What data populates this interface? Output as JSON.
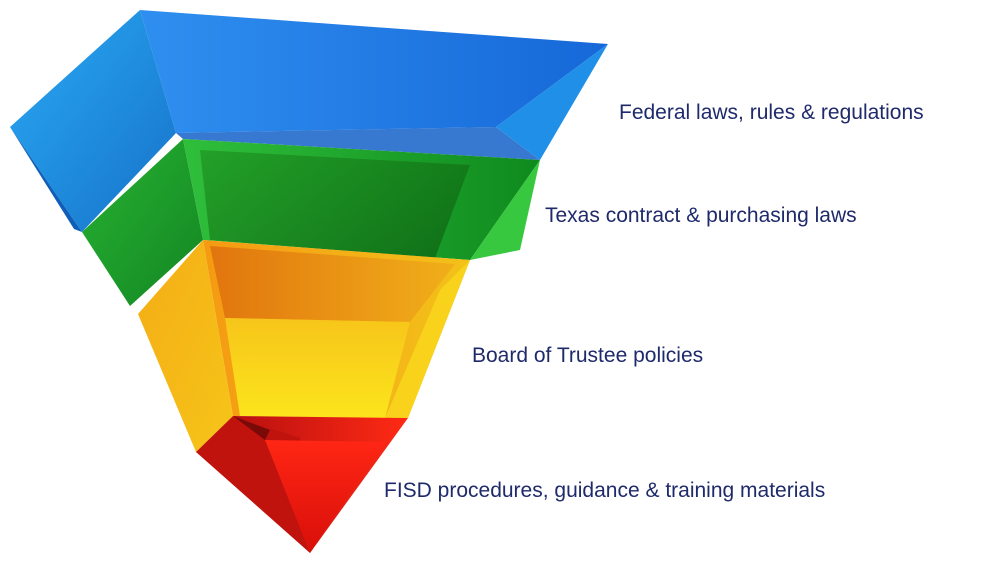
{
  "diagram": {
    "type": "inverted-pyramid",
    "levels": [
      {
        "label": "Federal laws, rules & regulations",
        "color": "#1f86e0"
      },
      {
        "label": "Texas contract & purchasing laws",
        "color": "#1fae2b"
      },
      {
        "label": "Board of Trustee policies",
        "color": "#f6a21a"
      },
      {
        "label": "FISD procedures, guidance & training materials",
        "color": "#e11c12"
      }
    ],
    "label_color": "#1f2a6b"
  }
}
